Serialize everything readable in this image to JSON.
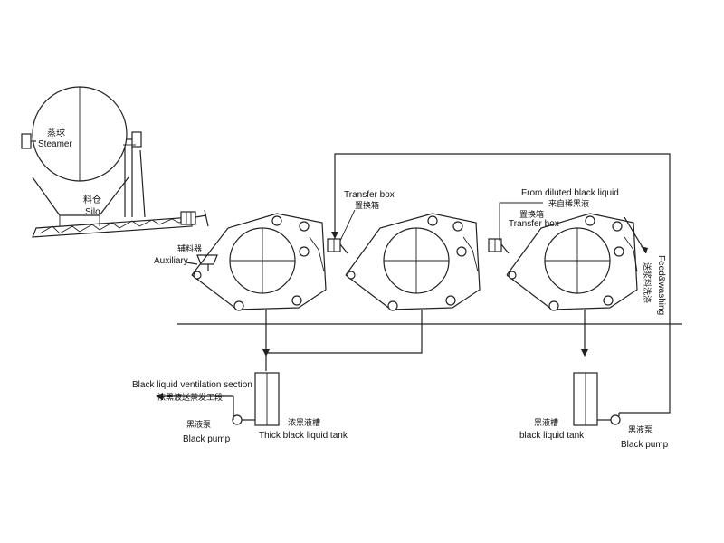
{
  "labels": {
    "steamer_cn": "蒸球",
    "steamer_en": "Steamer",
    "silo_cn": "料仓",
    "silo_en": "Silo",
    "auxiliary_cn": "辅料器",
    "auxiliary_en": "Auxiliary",
    "transfer_box_1_en": "Transfer box",
    "transfer_box_1_cn": "置换箱",
    "diluted_en": "From diluted black liquid",
    "diluted_cn": "来自稀黑液",
    "transfer_box_2_cn": "置换箱",
    "transfer_box_2_en": "Transfer box",
    "feed_en": "Feed&washing",
    "feed_cn": "送浆料洗涤",
    "ventilation_en": "Black liquid ventilation section",
    "ventilation_cn": "浓黑液送蒸发工段",
    "pump_left_cn": "黑液泵",
    "pump_left_en": "Black pump",
    "thick_tank_cn": "浓黑液槽",
    "thick_tank_en": "Thick black liquid tank",
    "tank_right_cn": "黑液槽",
    "tank_right_en": "black liquid tank",
    "pump_right_cn": "黑液泵",
    "pump_right_en": "Black pump"
  }
}
